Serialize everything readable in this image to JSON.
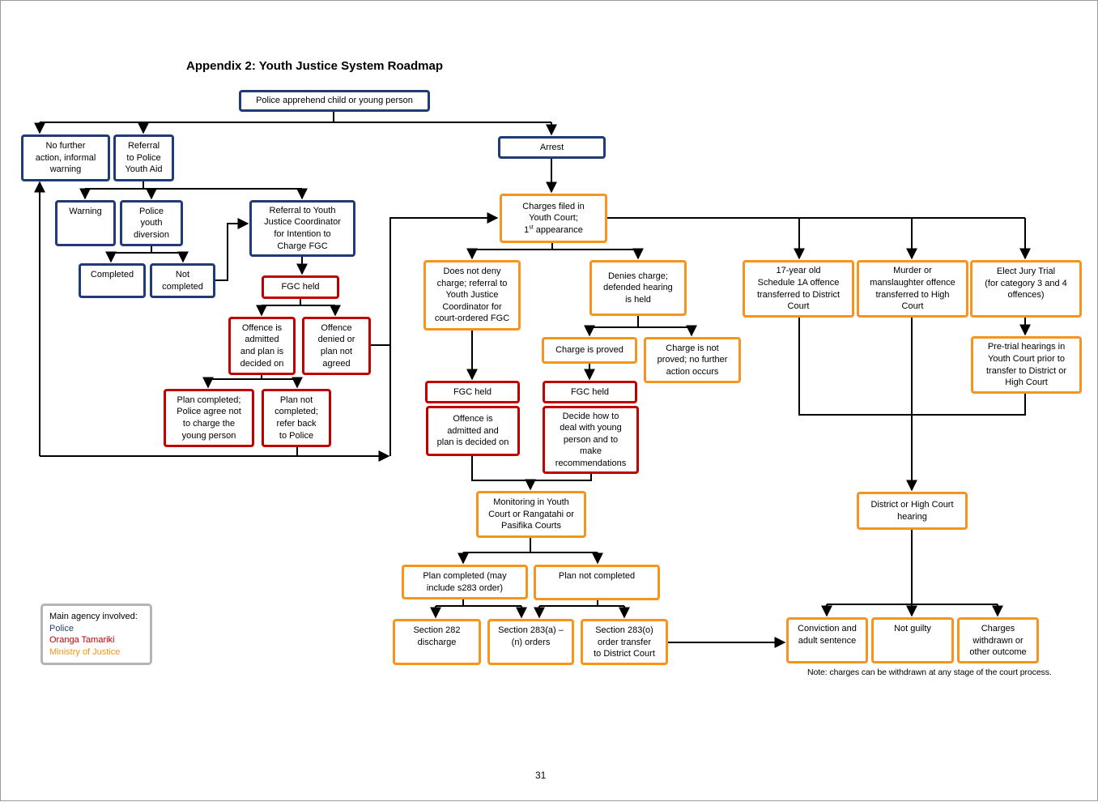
{
  "title": "Appendix 2: Youth Justice System Roadmap",
  "page_number": "31",
  "note": "Note: charges can be withdrawn at any stage of the court process.",
  "legend": {
    "heading": "Main agency involved:",
    "police": "Police",
    "oranga_tamariki": "Oranga Tamariki",
    "ministry_of_justice": "Ministry of Justice"
  },
  "colors": {
    "police": "#1f3c78",
    "oranga_tamariki": "#c00000",
    "ministry_of_justice": "#f7941d",
    "legend_border": "#b4b4b4",
    "connector": "#000000"
  },
  "nodes": {
    "apprehend": "Police apprehend  child or young person",
    "no_further_action": "No further\naction, informal\nwarning",
    "referral_youth_aid": "Referral\nto Police\nYouth Aid",
    "arrest": "Arrest",
    "warning": "Warning",
    "police_youth_diversion": "Police\nyouth\ndiversion",
    "referral_coordinator": "Referral to Youth\nJustice Coordinator\nfor Intention  to\nCharge FGC",
    "completed": "Completed",
    "not_completed": "Not\ncompleted",
    "fgc_held_1": "FGC held",
    "offence_admitted_plan": "Offence is\nadmitted\nand plan is\ndecided on",
    "offence_denied": "Offence\ndenied or\nplan not\nagreed",
    "plan_completed_police": "Plan completed;\nPolice agree not\nto charge the\nyoung person",
    "plan_not_completed_refer": "Plan not\ncompleted;\nrefer back\nto Police",
    "charges_filed_line1": "Charges filed in\nYouth Court;",
    "charges_filed_ordinal": "1",
    "charges_filed_sup": "st",
    "charges_filed_rest": " appearance",
    "does_not_deny": "Does not deny\ncharge; referral to\nYouth Justice\nCoordinator  for\ncourt-ordered  FGC",
    "denies_charge": "Denies charge;\ndefended hearing\nis held",
    "seventeen_year_old": "17-year old\nSchedule  1A offence\ntransferred to District\nCourt",
    "murder_manslaughter": "Murder  or\nmanslaughter offence\ntransferred to High\nCourt",
    "elect_jury_trial": "Elect Jury Trial\n(for category 3 and 4\noffences)",
    "charge_proved": "Charge is proved",
    "charge_not_proved": "Charge is not\nproved; no further\naction occurs",
    "pre_trial_hearings": "Pre-trial hearings in\nYouth Court prior to\ntransfer to District or\nHigh Court",
    "fgc_held_2": "FGC held",
    "fgc_held_3": "FGC held",
    "offence_admitted_2": "Offence is\nadmitted and\nplan is decided on",
    "decide_how": "Decide how to\ndeal with young\nperson and to\nmake\nrecommendations",
    "monitoring": "Monitoring  in Youth\nCourt or Rangatahi or\nPasifika Courts",
    "district_high_court_hearing": "District or High Court\nhearing",
    "plan_completed_s283": "Plan completed  (may\ninclude s283 order)",
    "plan_not_completed": "Plan not completed",
    "section_282": "Section 282\ndischarge",
    "section_283_a_n": "Section 283(a) –\n(n) orders",
    "section_283_o": "Section 283(o)\norder transfer\nto District Court",
    "conviction": "Conviction  and\nadult sentence",
    "not_guilty": "Not guilty",
    "charges_withdrawn": "Charges\nwithdrawn  or\nother outcome"
  }
}
